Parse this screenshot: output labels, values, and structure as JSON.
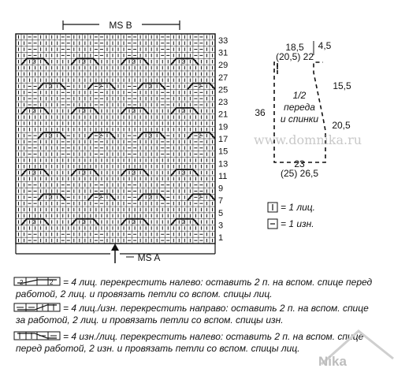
{
  "diagram": {
    "chart_title": "MS B",
    "bottom_label": "MS A",
    "row_numbers": [
      "33",
      "31",
      "29",
      "27",
      "25",
      "23",
      "21",
      "19",
      "17",
      "15",
      "13",
      "11",
      "9",
      "7",
      "5",
      "3",
      "1"
    ],
    "cross_stitch_number": "2"
  },
  "schematic": {
    "top_width": "18,5",
    "top_width_alt": "(20,5) 22",
    "shoulder": "4,5",
    "armhole_depth": "15,5",
    "side_height": "20,5",
    "total_height": "36",
    "bottom_width": "23",
    "bottom_width_alt": "(25) 26,5",
    "piece_label_1": "1/2",
    "piece_label_2": "переда",
    "piece_label_3": "и спинки"
  },
  "legend": {
    "knit": "= 1 лиц.",
    "purl": "= 1 изн."
  },
  "notes": [
    "= 4 лиц. перекрестить налево: оставить 2 п. на вспом. спице перед",
    "работой, 2 лиц. и провязать петли со вспом. спицы лиц.",
    "= 4 лиц./изн. перекрестить направо: оставить 2 п. на вспом. спице",
    "за работой, 2 лиц. и провязать петли со вспом. спицы изн.",
    "= 4 изн./лиц. перекрестить налево: оставить 2 п. на вспом. спице",
    "перед работой, 2 изн. и провязать петли со вспом. спицы лиц."
  ],
  "watermark": "www.domnika.ru",
  "logo": "Nika"
}
